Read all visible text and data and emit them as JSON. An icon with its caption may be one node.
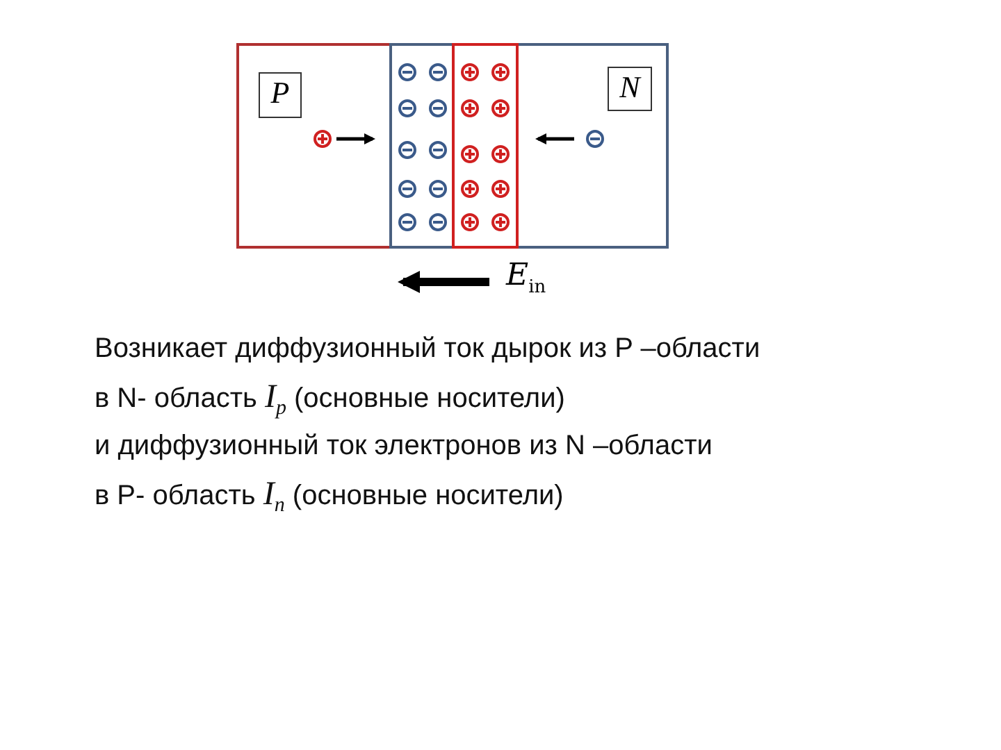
{
  "diagram": {
    "nodes": [
      {
        "text": [
          "P"
        ]
      },
      {
        "text": [
          "N"
        ]
      }
    ],
    "labels": [
      "*E*$_{in}$",
      "Возникает диффузионный ток дырок из P –области",
      "в N- область  *I*$_{p}$  (основные носители)",
      "и диффузионный ток электронов из N –области",
      "в P- область  *I*$_{n}$  (основные носители)"
    ]
  }
}
